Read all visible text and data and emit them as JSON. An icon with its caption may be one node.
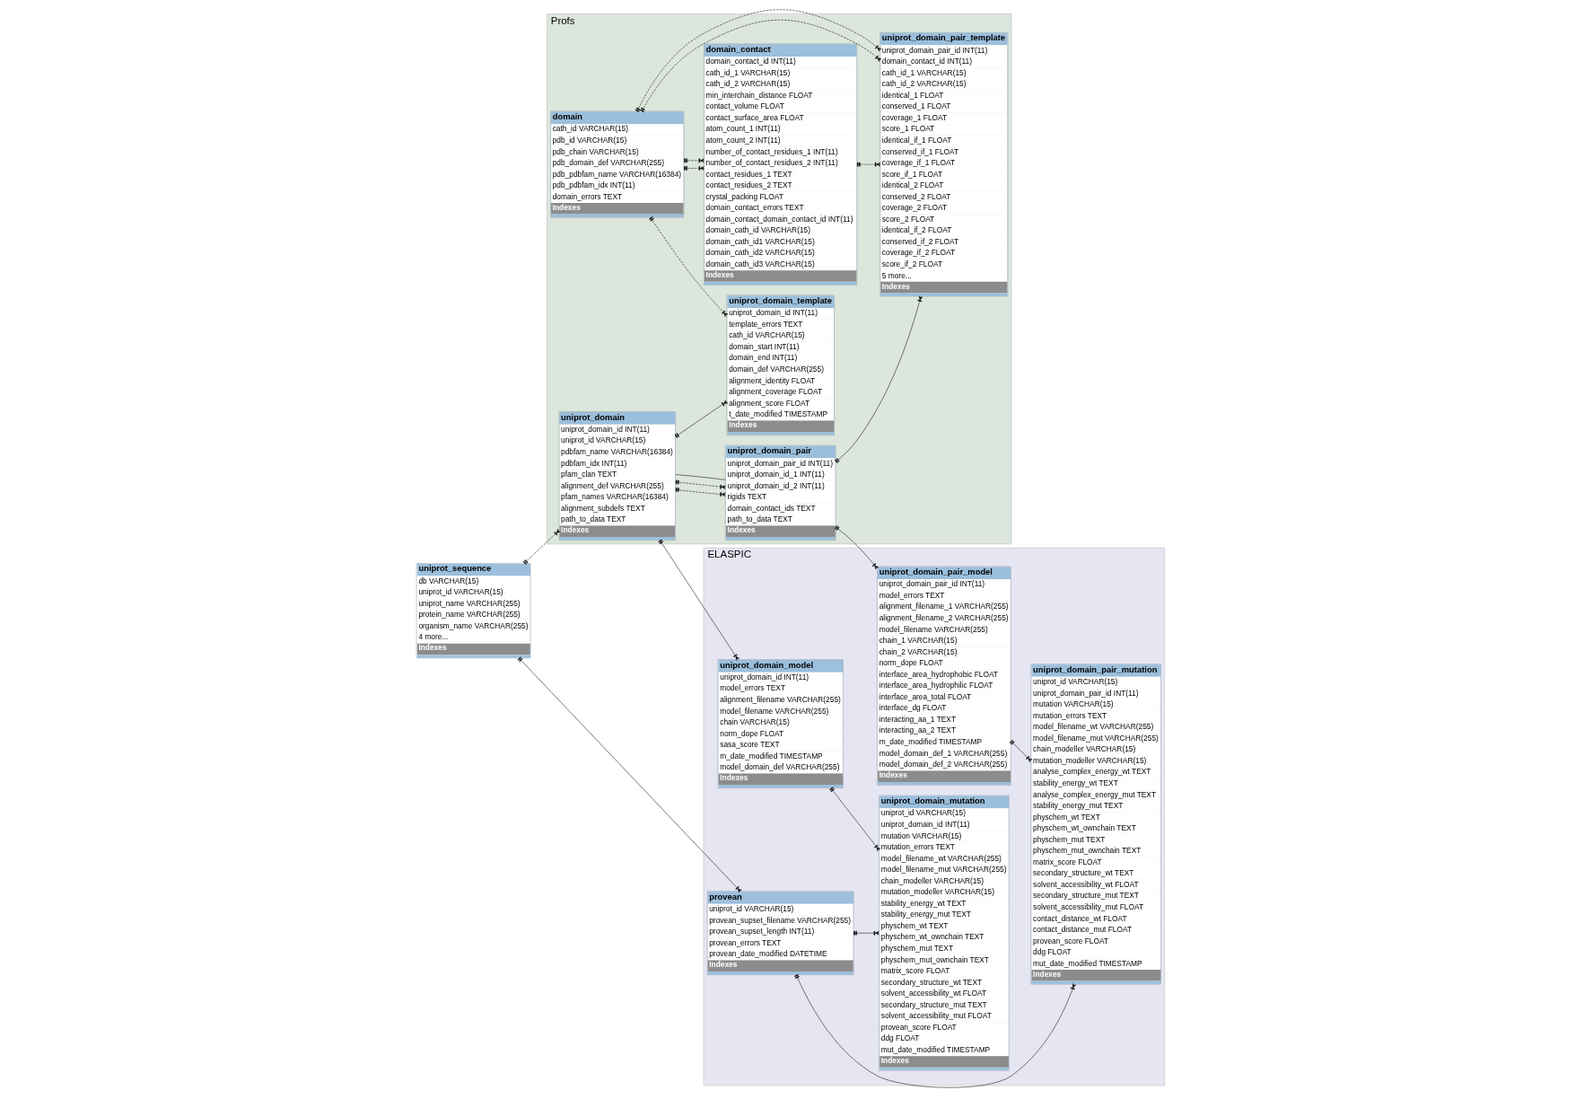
{
  "diagram": {
    "nodes": [
      {
        "text": [
          "uniprot_sequence",
          "db VARCHAR(15)",
          "uniprot_id VARCHAR(15)",
          "uniprot_name VARCHAR(255)",
          "protein_name VARCHAR(255)",
          "organism_name VARCHAR(255)",
          "4 more...",
          "Indexes"
        ]
      },
      {
        "text": [
          "ELASPIC"
        ]
      },
      {
        "text": [
          "provean",
          "uniprot_id VARCHAR(15)",
          "provean_supset_filename VARCHAR(255)",
          "provean_supset_length INT(11)",
          "provean_errors TEXT",
          "provean_date_modified DATETIME",
          "Indexes"
        ],
        "in": 1
      },
      {
        "text": [
          "Profs"
        ]
      },
      {
        "text": [
          "domain",
          "cath_id VARCHAR(15)",
          "pdb_id VARCHAR(15)",
          "pdb_chain VARCHAR(15)",
          "pdb_domain_def VARCHAR(255)",
          "pdb_pdbfam_name VARCHAR(16384)",
          "pdb_pdbfam_idx INT(11)",
          "domain_errors TEXT",
          "Indexes"
        ],
        "in": 3
      },
      {
        "text": [
          "uniprot_domain",
          "uniprot_domain_id INT(11)",
          "uniprot_id VARCHAR(15)",
          "pdbfam_name VARCHAR(16384)",
          "pdbfam_idx INT(11)",
          "pfam_clan TEXT",
          "alignment_def VARCHAR(255)",
          "pfam_names VARCHAR(16384)",
          "alignment_subdefs TEXT",
          "path_to_data TEXT",
          "Indexes"
        ],
        "in": 3
      },
      {
        "text": [
          "uniprot_domain_template",
          "uniprot_domain_id INT(11)",
          "template_errors TEXT",
          "cath_id VARCHAR(15)",
          "domain_start INT(11)",
          "domain_end INT(11)",
          "domain_def VARCHAR(255)",
          "alignment_identity FLOAT",
          "alignment_coverage FLOAT",
          "alignment_score FLOAT",
          "t_date_modified TIMESTAMP",
          "Indexes"
        ],
        "in": 3
      },
      {
        "text": [
          "uniprot_domain_model",
          "uniprot_domain_id INT(11)",
          "model_errors TEXT",
          "alignment_filename VARCHAR(255)",
          "model_filename VARCHAR(255)",
          "chain VARCHAR(15)",
          "norm_dope FLOAT",
          "sasa_score TEXT",
          "m_date_modified TIMESTAMP",
          "model_domain_def VARCHAR(255)",
          "Indexes"
        ],
        "in": 1
      },
      {
        "text": [
          "uniprot_domain_mutation",
          "uniprot_id VARCHAR(15)",
          "uniprot_domain_id INT(11)",
          "mutation VARCHAR(15)",
          "mutation_errors TEXT",
          "model_filename_wt VARCHAR(255)",
          "model_filename_mut VARCHAR(255)",
          "chain_modeller VARCHAR(15)",
          "mutation_modeller VARCHAR(15)",
          "stability_energy_wt TEXT",
          "stability_energy_mut TEXT",
          "physchem_wt TEXT",
          "physchem_wt_ownchain TEXT",
          "physchem_mut TEXT",
          "physchem_mut_ownchain TEXT",
          "matrix_score FLOAT",
          "secondary_structure_wt TEXT",
          "solvent_accessibility_wt FLOAT",
          "secondary_structure_mut TEXT",
          "solvent_accessibility_mut FLOAT",
          "provean_score FLOAT",
          "ddg FLOAT",
          "mut_date_modified TIMESTAMP",
          "Indexes"
        ],
        "in": 1
      },
      {
        "text": [
          "uniprot_domain_pair_mutation",
          "uniprot_id VARCHAR(15)",
          "uniprot_domain_pair_id INT(11)",
          "mutation VARCHAR(15)",
          "mutation_errors TEXT",
          "model_filename_wt VARCHAR(255)",
          "model_filename_mut VARCHAR(255)",
          "chain_modeller VARCHAR(15)",
          "mutation_modeller VARCHAR(15)",
          "analyse_complex_energy_wt TEXT",
          "stability_energy_wt TEXT",
          "analyse_complex_energy_mut TEXT",
          "stability_energy_mut TEXT",
          "physchem_wt TEXT",
          "physchem_wt_ownchain TEXT",
          "physchem_mut TEXT",
          "physchem_mut_ownchain TEXT",
          "matrix_score FLOAT",
          "secondary_structure_wt TEXT",
          "solvent_accessibility_wt FLOAT",
          "secondary_structure_mut TEXT",
          "solvent_accessibility_mut FLOAT",
          "contact_distance_wt FLOAT",
          "contact_distance_mut FLOAT",
          "provean_score FLOAT",
          "ddg FLOAT",
          "mut_date_modified TIMESTAMP",
          "Indexes"
        ],
        "in": 1
      },
      {
        "text": [
          "domain_contact",
          "domain_contact_id INT(11)",
          "cath_id_1 VARCHAR(15)",
          "cath_id_2 VARCHAR(15)",
          "min_interchain_distance FLOAT",
          "contact_volume FLOAT",
          "contact_surface_area FLOAT",
          "atom_count_1 INT(11)",
          "atom_count_2 INT(11)",
          "number_of_contact_residues_1 INT(11)",
          "number_of_contact_residues_2 INT(11)",
          "contact_residues_1 TEXT",
          "contact_residues_2 TEXT",
          "crystal_packing FLOAT",
          "domain_contact_errors TEXT",
          "domain_contact_domain_contact_id INT(11)",
          "domain_cath_id VARCHAR(15)",
          "domain_cath_id1 VARCHAR(15)",
          "domain_cath_id2 VARCHAR(15)",
          "domain_cath_id3 VARCHAR(15)",
          "Indexes"
        ],
        "in": 3
      },
      {
        "text": [
          "uniprot_domain_pair",
          "uniprot_domain_pair_id INT(11)",
          "uniprot_domain_id_1 INT(11)",
          "uniprot_domain_id_2 INT(11)",
          "rigids TEXT",
          "domain_contact_ids TEXT",
          "path_to_data TEXT",
          "Indexes"
        ],
        "in": 3
      },
      {
        "text": [
          "uniprot_domain_pair_template",
          "uniprot_domain_pair_id INT(11)",
          "domain_contact_id INT(11)",
          "cath_id_1 VARCHAR(15)",
          "cath_id_2 VARCHAR(15)",
          "identical_1 FLOAT",
          "conserved_1 FLOAT",
          "coverage_1 FLOAT",
          "score_1 FLOAT",
          "identical_if_1 FLOAT",
          "conserved_if_1 FLOAT",
          "coverage_if_1 FLOAT",
          "score_if_1 FLOAT",
          "identical_2 FLOAT",
          "conserved_2 FLOAT",
          "coverage_2 FLOAT",
          "score_2 FLOAT",
          "identical_if_2 FLOAT",
          "conserved_if_2 FLOAT",
          "coverage_if_2 FLOAT",
          "score_if_2 FLOAT",
          "5 more...",
          "Indexes"
        ],
        "in": 3
      },
      {
        "text": [
          "uniprot_domain_pair_model",
          "uniprot_domain_pair_id INT(11)",
          "model_errors TEXT",
          "alignment_filename_1 VARCHAR(255)",
          "alignment_filename_2 VARCHAR(255)",
          "model_filename VARCHAR(255)",
          "chain_1 VARCHAR(15)",
          "chain_2 VARCHAR(15)",
          "norm_dope FLOAT",
          "interface_area_hydrophobic FLOAT",
          "interface_area_hydrophilic FLOAT",
          "interface_area_total FLOAT",
          "interface_dg FLOAT",
          "interacting_aa_1 TEXT",
          "interacting_aa_2 TEXT",
          "m_date_modified TIMESTAMP",
          "model_domain_def_1 VARCHAR(255)",
          "model_domain_def_2 VARCHAR(255)",
          "Indexes"
        ],
        "in": 1
      }
    ],
    "edges": [
      {
        "from": 0,
        "to": 5,
        "arrow": "other",
        "style": "dashed"
      },
      {
        "from": 0,
        "to": 2,
        "arrow": "other"
      },
      {
        "from": 4,
        "to": 6,
        "arrow": "other",
        "style": "dashed"
      },
      {
        "from": 4,
        "to": 12,
        "arrow": "other",
        "style": "dashed"
      },
      {
        "from": 4,
        "to": 12,
        "arrow": "other",
        "style": "dashed"
      },
      {
        "from": 4,
        "to": 10,
        "arrow": "other",
        "style": "dashed"
      },
      {
        "from": 4,
        "to": 10,
        "arrow": "other",
        "style": "dashed"
      },
      {
        "from": 5,
        "to": 6,
        "arrow": "other"
      },
      {
        "from": 5,
        "to": 7,
        "arrow": "other"
      },
      {
        "from": 5,
        "to": 11,
        "arrow": "other",
        "style": "dashed"
      },
      {
        "from": 5,
        "to": 11,
        "arrow": "other",
        "style": "dashed"
      },
      {
        "from": 5,
        "to": 11,
        "arrow": "none"
      },
      {
        "from": 10,
        "to": 12,
        "arrow": "other",
        "style": "dashed"
      },
      {
        "from": 11,
        "to": 12,
        "arrow": "other"
      },
      {
        "from": 11,
        "to": 13,
        "arrow": "other"
      },
      {
        "from": 7,
        "to": 8,
        "arrow": "other"
      },
      {
        "from": 2,
        "to": 8,
        "arrow": "other"
      },
      {
        "from": 2,
        "to": 9,
        "arrow": "other"
      },
      {
        "from": 13,
        "to": 9,
        "arrow": "other"
      }
    ]
  }
}
